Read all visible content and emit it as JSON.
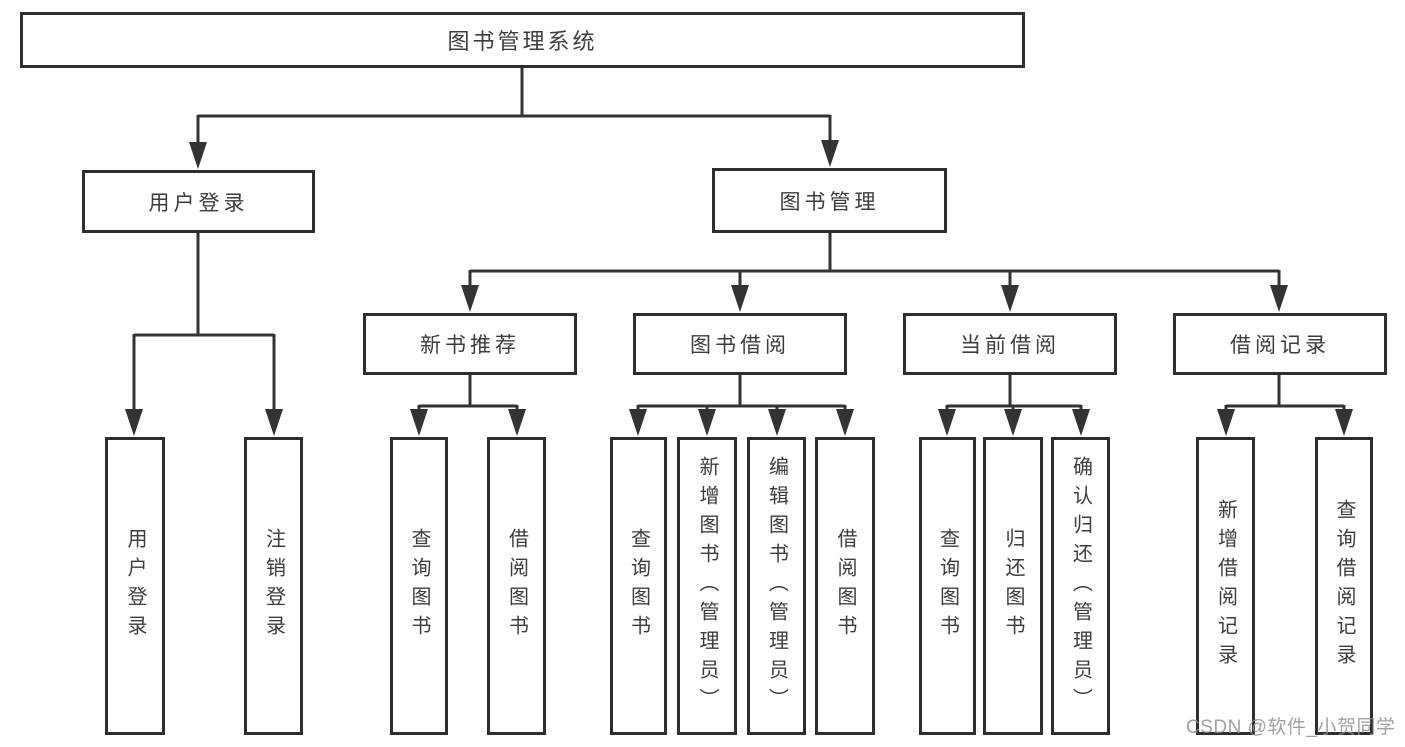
{
  "diagram": {
    "root": "图书管理系统",
    "level2": [
      "用户登录",
      "图书管理"
    ],
    "level3": [
      "新书推荐",
      "图书借阅",
      "当前借阅",
      "借阅记录"
    ],
    "leaves": [
      "用户登录",
      "注销登录",
      "查询图书",
      "借阅图书",
      "查询图书",
      "新增图书（管理员）",
      "编辑图书（管理员）",
      "借阅图书",
      "查询图书",
      "归还图书",
      "确认归还（管理员）",
      "新增借阅记录",
      "查询借阅记录"
    ]
  },
  "watermark": {
    "text": "CSDN @软件_小贺同学"
  },
  "colors": {
    "line": "#333333",
    "box_border": "#2e2e2e",
    "text": "#3d3d3d",
    "watermark": "#8c8c8c",
    "background": "#ffffff"
  }
}
